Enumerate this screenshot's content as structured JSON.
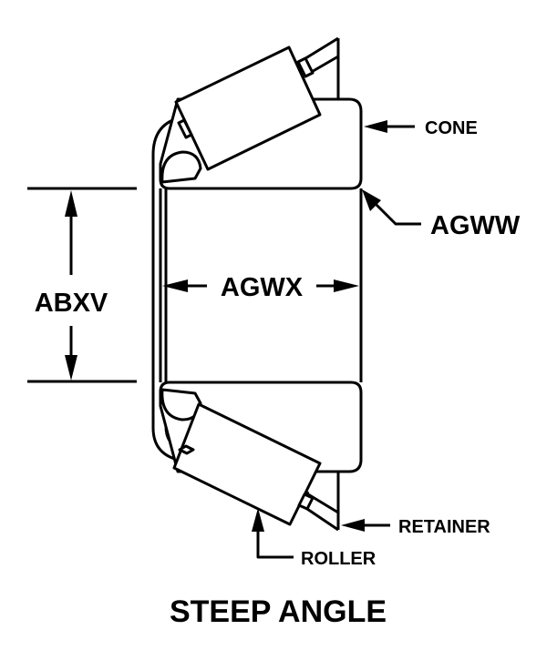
{
  "diagram": {
    "title": "STEEP ANGLE",
    "labels": {
      "cone": "CONE",
      "agww": "AGWW",
      "agwx": "AGWX",
      "abxv": "ABXV",
      "retainer": "RETAINER",
      "roller": "ROLLER"
    },
    "colors": {
      "line": "#000000",
      "background": "#ffffff"
    }
  }
}
